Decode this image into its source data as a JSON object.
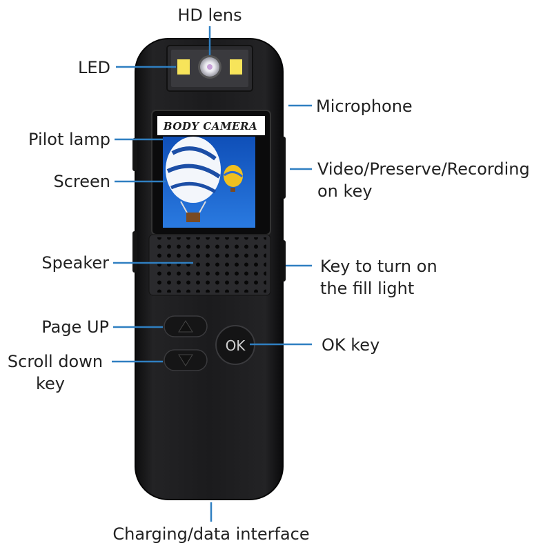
{
  "device": {
    "screen_brand": "BODY CAMERA",
    "ok_button_text": "OK"
  },
  "labels": {
    "hd_lens": "HD lens",
    "led": "LED",
    "microphone": "Microphone",
    "pilot_lamp": "Pilot lamp",
    "video_key": [
      "Video/Preserve/Recording",
      "on key"
    ],
    "screen": "Screen",
    "speaker": "Speaker",
    "fill_light_key": [
      "Key to turn on",
      "the fill light"
    ],
    "page_up": "Page UP",
    "ok_key": "OK key",
    "scroll_down_key": [
      "Scroll down",
      "key"
    ],
    "charging": "Charging/data interface"
  },
  "colors": {
    "leader_line": "#2f7fc1",
    "body": "#1c1c1e",
    "screen_sky": "#1e63c9",
    "led_yellow": "#f7e45a"
  }
}
